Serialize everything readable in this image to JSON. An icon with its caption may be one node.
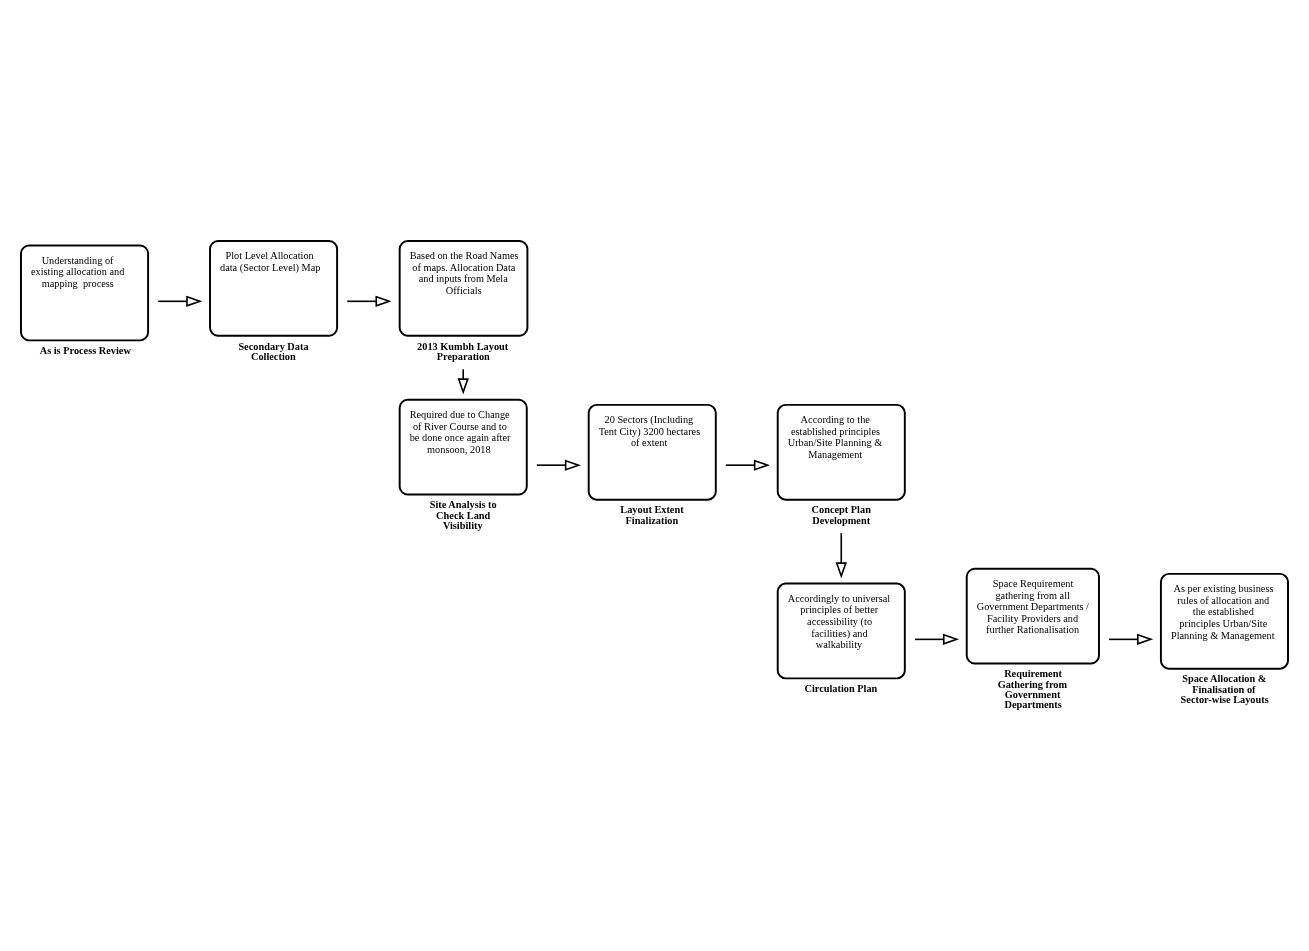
{
  "diagram": {
    "nodes": [
      {
        "text": [
          "Understanding of existing allocation and mapping  process",
          "As is Process Review"
        ]
      },
      {
        "text": [
          "Plot Level Allocation data (Sector Level) Map",
          "Secondary Data Collection"
        ]
      },
      {
        "text": [
          "Based on the Road Names of maps. Allocation Data and inputs from Mela Officials",
          "2013 Kumbh Layout Preparation"
        ]
      },
      {
        "text": [
          "According to the established principles Urban/Site Planning & Management",
          "Concept Plan Development"
        ]
      },
      {
        "text": [
          "20 Sectors (Including Tent City) 3200 hectares of extent",
          "Layout Extent Finalization"
        ]
      },
      {
        "text": [
          "Required due to Change of River Course and to be done once again after monsoon, 2018",
          "Site Analysis to Check Land Visibility"
        ]
      },
      {
        "text": [
          "Accordingly to universal principles of better accessibility (to facilities) and walkability",
          "Circulation Plan"
        ]
      },
      {
        "text": [
          "Space Requirement gathering from all Government Departments / Facility Providers and further Rationalisation",
          "Requirement Gathering from Government Departments"
        ]
      },
      {
        "text": [
          "As per existing business rules of allocation and the established principles Urban/Site Planning & Management",
          "Space Allocation & Finalisation of Sector-wise Layouts"
        ]
      }
    ],
    "edges": [
      {
        "from": 0,
        "to": 1,
        "arrow": "to"
      },
      {
        "from": 1,
        "to": 2,
        "arrow": "to"
      },
      {
        "from": 2,
        "to": 5,
        "arrow": "to"
      },
      {
        "from": 5,
        "to": 4,
        "arrow": "to"
      },
      {
        "from": 4,
        "to": 3,
        "arrow": "to"
      },
      {
        "from": 3,
        "to": 6,
        "arrow": "to"
      },
      {
        "from": 6,
        "to": 7,
        "arrow": "to"
      },
      {
        "from": 7,
        "to": 8,
        "arrow": "to"
      }
    ]
  }
}
